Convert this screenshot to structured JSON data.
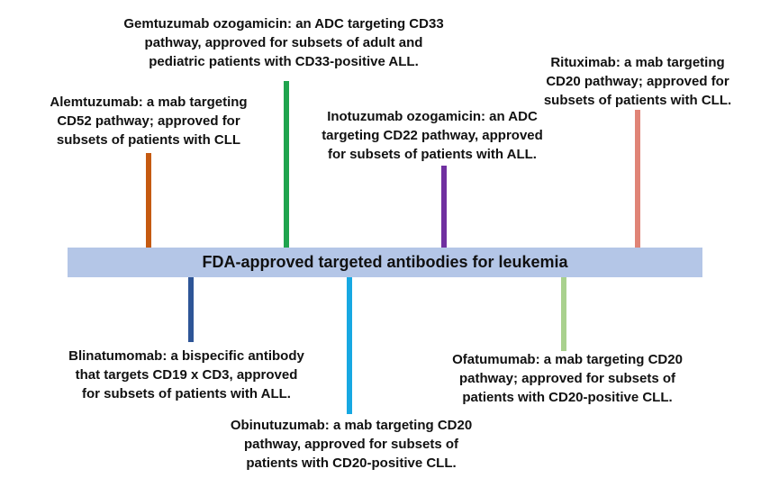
{
  "diagram": {
    "type": "timeline-diagram",
    "title": "FDA-approved targeted antibodies for leukemia",
    "bar_color": "#b4c6e7",
    "text_color": "#111111"
  },
  "entries": [
    {
      "id": "alemtuzumab",
      "side": "above",
      "color": "#c55a11",
      "lines": [
        "Alemtuzumab: a mab targeting",
        "CD52 pathway; approved for",
        "subsets of patients with CLL"
      ],
      "label": "Alemtuzumab: a mab targeting CD52 pathway; approved for subsets of patients with CLL"
    },
    {
      "id": "gemtuzumab",
      "side": "above",
      "color": "#1fa44e",
      "lines": [
        "Gemtuzumab ozogamicin: an ADC targeting CD33",
        "pathway, approved for subsets of adult and",
        "pediatric patients with CD33-positive ALL."
      ],
      "label": "Gemtuzumab ozogamicin: an ADC targeting CD33 pathway, approved for subsets of adult and pediatric patients with CD33-positive ALL."
    },
    {
      "id": "inotuzumab",
      "side": "above",
      "color": "#7030a0",
      "lines": [
        "Inotuzumab ozogamicin: an ADC",
        "targeting CD22 pathway, approved",
        "for subsets of patients with ALL."
      ],
      "label": "Inotuzumab ozogamicin: an ADC targeting CD22 pathway, approved for subsets of patients with ALL."
    },
    {
      "id": "rituximab",
      "side": "above",
      "color": "#e08477",
      "lines": [
        "Rituximab: a mab targeting",
        "CD20 pathway; approved for",
        "subsets of patients with CLL."
      ],
      "label": "Rituximab: a mab targeting CD20 pathway; approved for subsets of patients with CLL."
    },
    {
      "id": "blinatumomab",
      "side": "below",
      "color": "#2e5597",
      "lines": [
        "Blinatumomab: a bispecific antibody",
        "that targets CD19 x CD3, approved",
        "for subsets of patients with ALL."
      ],
      "label": "Blinatumomab: a bispecific antibody that targets CD19 x CD3, approved for subsets of patients with ALL."
    },
    {
      "id": "obinutuzumab",
      "side": "below",
      "color": "#17a8e2",
      "lines": [
        "Obinutuzumab: a mab targeting CD20",
        "pathway, approved for subsets of",
        "patients with CD20-positive CLL."
      ],
      "label": "Obinutuzumab: a mab targeting CD20 pathway, approved for subsets of patients with CD20-positive CLL."
    },
    {
      "id": "ofatumumab",
      "side": "below",
      "color": "#a9d18e",
      "lines": [
        "Ofatumumab: a mab targeting CD20",
        "pathway; approved for subsets of",
        "patients with CD20-positive CLL."
      ],
      "label": "Ofatumumab: a mab targeting CD20 pathway; approved for subsets of patients with CD20-positive CLL."
    }
  ]
}
